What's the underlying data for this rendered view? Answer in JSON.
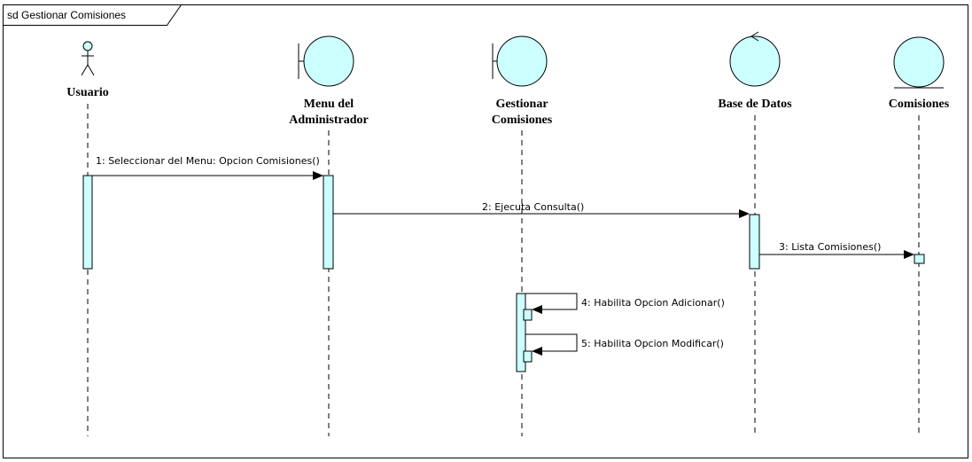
{
  "frame": {
    "label": "sd Gestionar Comisiones"
  },
  "colors": {
    "fill": "#ccffff",
    "stroke": "#000000",
    "background": "#ffffff"
  },
  "lifelines": [
    {
      "id": "usuario",
      "type": "actor",
      "name_lines": [
        "Usuario"
      ]
    },
    {
      "id": "menu",
      "type": "boundary",
      "name_lines": [
        "Menu del",
        "Administrador"
      ]
    },
    {
      "id": "gestionar",
      "type": "boundary",
      "name_lines": [
        "Gestionar",
        "Comisiones"
      ]
    },
    {
      "id": "base",
      "type": "control",
      "name_lines": [
        "Base de Datos"
      ]
    },
    {
      "id": "comisiones",
      "type": "entity",
      "name_lines": [
        "Comisiones"
      ]
    }
  ],
  "messages": [
    {
      "number": 1,
      "label": "1: Seleccionar del Menu: Opcion Comisiones()",
      "from": "usuario",
      "to": "menu"
    },
    {
      "number": 2,
      "label": "2: Ejecuta Consulta()",
      "from": "menu",
      "to": "base"
    },
    {
      "number": 3,
      "label": "3: Lista Comisiones()",
      "from": "base",
      "to": "comisiones"
    },
    {
      "number": 4,
      "label": "4: Habilita Opcion Adicionar()",
      "from": "gestionar",
      "to": "gestionar"
    },
    {
      "number": 5,
      "label": "5: Habilita Opcion Modificar()",
      "from": "gestionar",
      "to": "gestionar"
    }
  ]
}
